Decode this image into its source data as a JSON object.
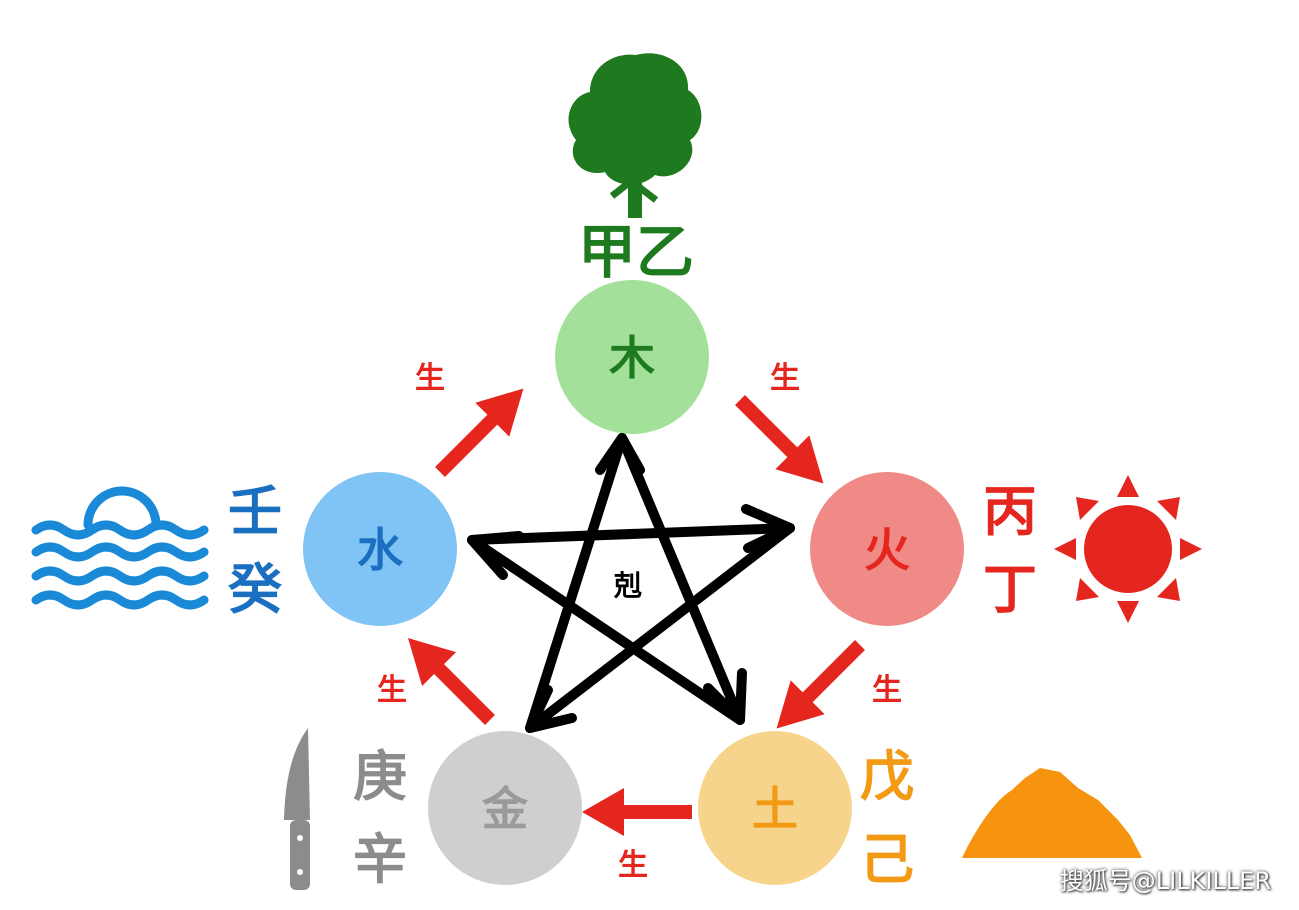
{
  "elements": {
    "wood": {
      "name": "木",
      "stems": "甲乙",
      "fill": "#a3e09a",
      "text_color": "#1e7a1e",
      "stem_color": "#1e7a1e"
    },
    "fire": {
      "name": "火",
      "stems": "丙丁",
      "fill": "#f08a87",
      "text_color": "#e5261f",
      "stem_color": "#e5261f"
    },
    "earth": {
      "name": "土",
      "stems": "戊己",
      "fill": "#f6d48c",
      "text_color": "#f39a14",
      "stem_color": "#f39a14"
    },
    "metal": {
      "name": "金",
      "stems": "庚辛",
      "fill": "#cfcfcf",
      "text_color": "#9a9a9a",
      "stem_color": "#8c8c8c"
    },
    "water": {
      "name": "水",
      "stems": "壬癸",
      "fill": "#7fc4f5",
      "text_color": "#1a6fc0",
      "stem_color": "#1a6fc0"
    }
  },
  "generate": {
    "label": "生",
    "color": "#e5261f"
  },
  "overcome": {
    "label": "剋",
    "color": "#000000"
  },
  "icons": {
    "tree": "tree-icon",
    "sun": "sun-icon",
    "mountain": "mountain-icon",
    "knife": "knife-icon",
    "waves": "waves-sunset-icon"
  },
  "icon_colors": {
    "tree": "#1f7a1f",
    "sun": "#e5261f",
    "mountain": "#f7940f",
    "knife": "#8c8c8c",
    "waves": "#1a8ad8"
  },
  "watermark": "搜狐号@LILKILLER"
}
